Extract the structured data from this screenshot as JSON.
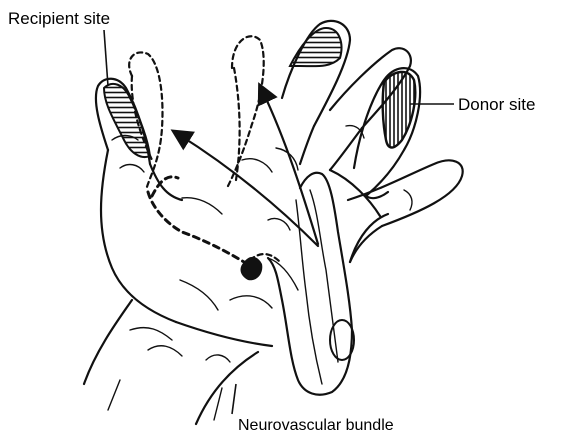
{
  "labels": {
    "recipient": "Recipient site",
    "donor": "Donor site",
    "bundle": "Neurovascular bundle"
  },
  "colors": {
    "ink": "#111111",
    "background": "#ffffff"
  }
}
